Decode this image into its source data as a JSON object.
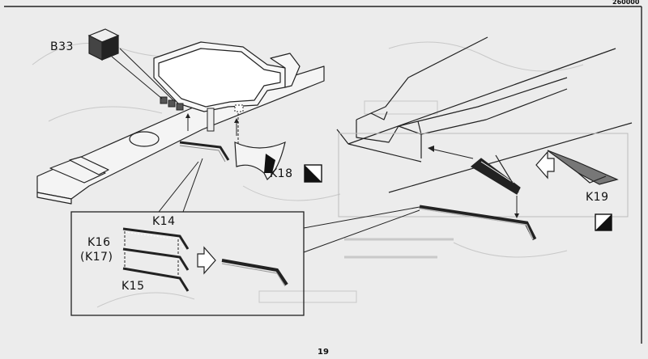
{
  "header": {
    "catalog_code": "260000"
  },
  "parts": {
    "b33": "B33",
    "k14": "K14",
    "k15": "K15",
    "k16": "K16",
    "k17": "(K17)",
    "k18": "K18",
    "k19": "K19"
  },
  "footer": {
    "page_number": "19"
  }
}
